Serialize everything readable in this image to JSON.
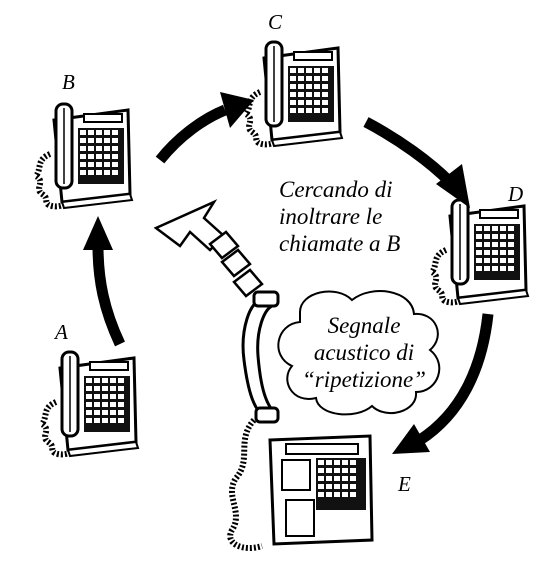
{
  "labels": {
    "a": "A",
    "b": "B",
    "c": "C",
    "d": "D",
    "e": "E"
  },
  "caption_forward": [
    "Cercando di",
    "inoltrare le",
    "chiamate a B"
  ],
  "caption_signal": [
    "Segnale",
    "acustico di",
    "“ripetizione”"
  ],
  "colors": {
    "ink": "#000000",
    "paper": "#ffffff"
  }
}
